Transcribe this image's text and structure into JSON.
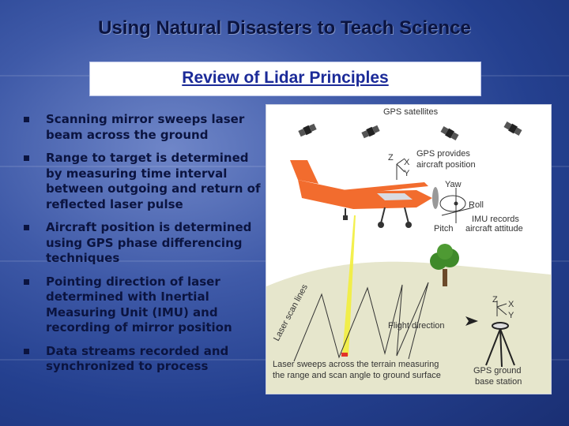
{
  "slide": {
    "title": "Using Natural Disasters to Teach Science",
    "subtitle": "Review of Lidar Principles"
  },
  "bullets": [
    {
      "text": "Scanning mirror sweeps laser beam across the ground"
    },
    {
      "text": "Range to target is determined by measuring time interval between outgoing and return of reflected laser pulse"
    },
    {
      "text": "Aircraft position is determined using GPS phase differencing techniques"
    },
    {
      "text": "Pointing direction of laser determined with Inertial Measuring Unit (IMU) and recording of mirror position"
    },
    {
      "text": "Data streams recorded and synchronized to process"
    }
  ],
  "figure": {
    "gps_satellites": "GPS satellites",
    "gps_provides": [
      "GPS provides",
      "aircraft position"
    ],
    "yaw": "Yaw",
    "roll": "Roll",
    "pitch": "Pitch",
    "imu_records": [
      "IMU records",
      "aircraft attitude"
    ],
    "axis_z": "Z",
    "axis_x": "X",
    "axis_y": "Y",
    "laser_scan_lines": "Laser scan lines",
    "flight_direction": "Flight direction",
    "laser_sweeps": [
      "Laser sweeps across the terrain measuring",
      "the range and scan angle to ground surface"
    ],
    "gps_ground": [
      "GPS ground",
      "base station"
    ],
    "colors": {
      "plane": "#f26c2e",
      "ground": "#e6e6cc",
      "laser": "#f2ee3c",
      "tree": "#3f8a2a"
    }
  }
}
